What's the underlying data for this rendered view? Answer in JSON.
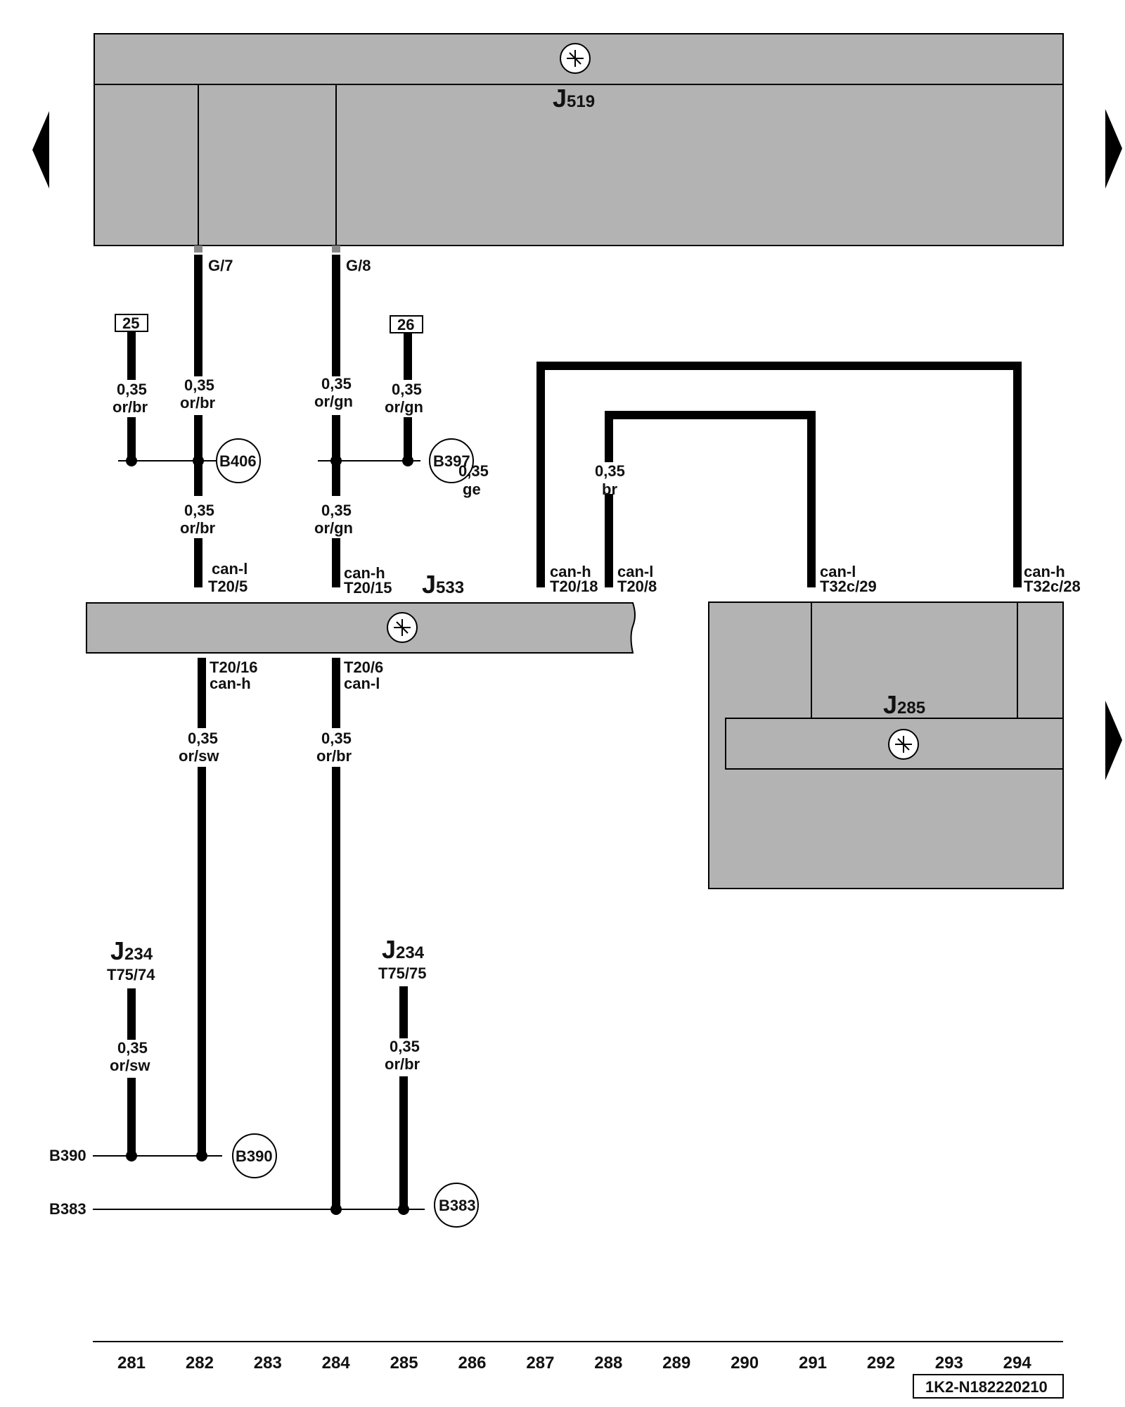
{
  "modules": {
    "j519": {
      "main": "J",
      "sub": "519"
    },
    "j533": {
      "main": "J",
      "sub": "533"
    },
    "j285": {
      "main": "J",
      "sub": "285"
    },
    "j234_left": {
      "main": "J",
      "sub": "234",
      "pin": "T75/74"
    },
    "j234_right": {
      "main": "J",
      "sub": "234",
      "pin": "T75/75"
    }
  },
  "pins": {
    "g7": "G/7",
    "g8": "G/8",
    "t20_5": {
      "sig": "can-l",
      "pin": "T20/5"
    },
    "t20_15": {
      "sig": "can-h",
      "pin": "T20/15"
    },
    "t20_18": {
      "sig": "can-h",
      "pin": "T20/18"
    },
    "t20_8": {
      "sig": "can-l",
      "pin": "T20/8"
    },
    "t32c_29": {
      "sig": "can-l",
      "pin": "T32c/29"
    },
    "t32c_28": {
      "sig": "can-h",
      "pin": "T32c/28"
    },
    "t20_16": {
      "sig": "can-h",
      "pin": "T20/16"
    },
    "t20_6": {
      "sig": "can-l",
      "pin": "T20/6"
    }
  },
  "refs": {
    "r25": "25",
    "r26": "26"
  },
  "wires": {
    "w_g7": {
      "size": "0,35",
      "color": "or/br"
    },
    "w_g8": {
      "size": "0,35",
      "color": "or/gn"
    },
    "w_25": {
      "size": "0,35",
      "color": "or/br"
    },
    "w_26": {
      "size": "0,35",
      "color": "or/gn"
    },
    "w_533_l": {
      "size": "0,35",
      "color": "or/br"
    },
    "w_533_h": {
      "size": "0,35",
      "color": "or/gn"
    },
    "w_b397": {
      "size": "0,35",
      "color": "ge"
    },
    "w_br": {
      "size": "0,35",
      "color": "br"
    },
    "w_t20_16": {
      "size": "0,35",
      "color": "or/sw"
    },
    "w_t20_6": {
      "size": "0,35",
      "color": "or/br"
    },
    "w_t75_74": {
      "size": "0,35",
      "color": "or/sw"
    },
    "w_t75_75": {
      "size": "0,35",
      "color": "or/br"
    }
  },
  "connectors": {
    "b406": "B406",
    "b397": "B397",
    "b390": "B390",
    "b383": "B383",
    "b390_line": "B390",
    "b383_line": "B383"
  },
  "axis": [
    "281",
    "282",
    "283",
    "284",
    "285",
    "286",
    "287",
    "288",
    "289",
    "290",
    "291",
    "292",
    "293",
    "294"
  ],
  "doc_id": "1K2-N182220210",
  "colors": {
    "box": "#b3b3b3",
    "line": "#000000"
  }
}
